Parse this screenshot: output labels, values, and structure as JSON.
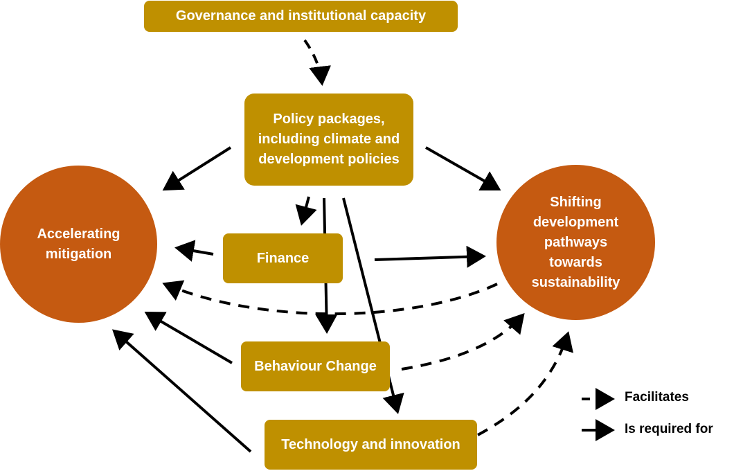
{
  "nodes": {
    "governance": "Governance and institutional capacity",
    "policy": "Policy packages, including climate and development policies",
    "finance": "Finance",
    "behaviour": "Behaviour Change",
    "technology": "Technology and innovation",
    "mitigation": "Accelerating mitigation",
    "pathways": "Shifting development pathways towards sustainability"
  },
  "legend": {
    "facilitates": "Facilitates",
    "required": "Is required for"
  },
  "colors": {
    "box": "#BF9000",
    "circle": "#C55A11",
    "arrow": "#000000"
  }
}
